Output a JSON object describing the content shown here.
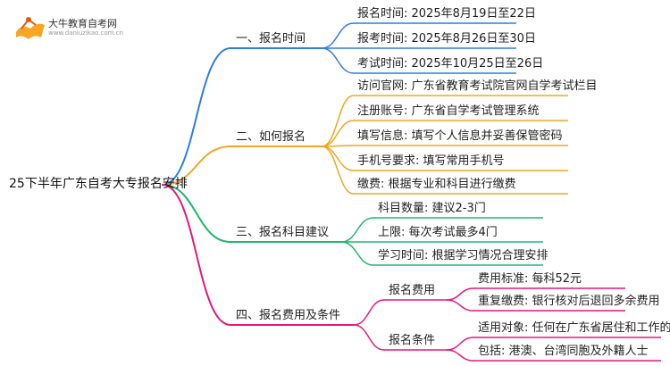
{
  "logo": {
    "name": "大牛教育自考网",
    "url_text": "www.daniuzikao.com.cn"
  },
  "root": "25下半年广东自考大专报名安排",
  "colors": {
    "blue": "#2f7de1",
    "orange": "#f0a623",
    "green": "#1fb86f",
    "pink": "#e8177a"
  },
  "branches": [
    {
      "label": "一、报名时间",
      "color": "blue",
      "children": [
        "报名时间: 2025年8月19日至22日",
        "报考时间: 2025年8月26日至30日",
        "考试时间: 2025年10月25日至26日"
      ]
    },
    {
      "label": "二、如何报名",
      "color": "orange",
      "children": [
        "访问官网: 广东省教育考试院官网自学考试栏目",
        "注册账号: 广东省自学考试管理系统",
        "填写信息: 填写个人信息并妥善保管密码",
        "手机号要求: 填写常用手机号",
        "缴费: 根据专业和科目进行缴费"
      ]
    },
    {
      "label": "三、报名科目建议",
      "color": "green",
      "children": [
        "科目数量: 建议2-3门",
        "上限: 每次考试最多4门",
        "学习时间: 根据学习情况合理安排"
      ]
    },
    {
      "label": "四、报名费用及条件",
      "color": "pink",
      "subgroups": [
        {
          "label": "报名费用",
          "children": [
            "费用标准: 每科52元",
            "重复缴费: 银行核对后退回多余费用"
          ]
        },
        {
          "label": "报名条件",
          "children": [
            "适用对象: 任何在广东省居住和工作的公民",
            "包括: 港澳、台湾同胞及外籍人士"
          ]
        }
      ]
    }
  ]
}
